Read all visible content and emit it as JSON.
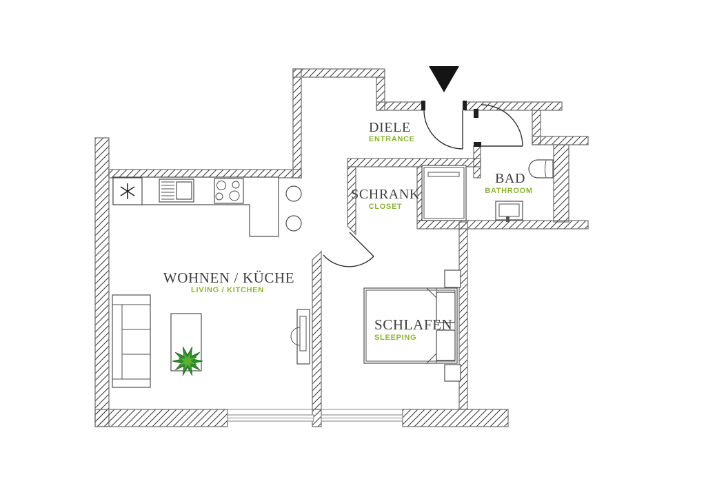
{
  "plan": {
    "type": "apartment-floor-plan",
    "rooms": {
      "wohnen": {
        "name": "WOHNEN / KÜCHE",
        "subtitle": "LIVING / KITCHEN"
      },
      "diele": {
        "name": "DIELE",
        "subtitle": "ENTRANCE"
      },
      "schrank": {
        "name": "SCHRANK",
        "subtitle": "CLOSET"
      },
      "bad": {
        "name": "BAD",
        "subtitle": "BATHROOM"
      },
      "schlafen": {
        "name": "SCHLAFEN",
        "subtitle": "SLEEPING"
      }
    },
    "markers": {
      "entrance_arrow": "filled black triangle pointing down at main entrance door"
    },
    "furniture": [
      "kitchen-counter",
      "fridge-freezer",
      "dishwasher-oven",
      "cooktop-4-burners",
      "bar-stool",
      "bar-stool",
      "sofa-3-seat",
      "coffee-table",
      "plant",
      "wall-mounted-tv",
      "double-bed",
      "pillow",
      "pillow",
      "nightstand",
      "nightstand",
      "washing-machine",
      "toilet",
      "sink",
      "window",
      "window",
      "entrance-door-swing",
      "bathroom-door-swing",
      "living-room-door-swing"
    ]
  },
  "colors": {
    "accent_green": "#8cb52f",
    "label_dark": "#3d3d3d",
    "wall_outline": "#777777",
    "hatch_line": "#3c3c3c",
    "plant_dark": "#2f8c2c",
    "plant_light": "#5cb332",
    "entrance_marker": "#141414"
  }
}
